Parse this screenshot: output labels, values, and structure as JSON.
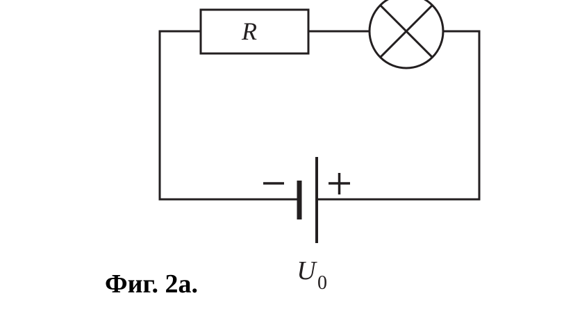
{
  "diagram": {
    "type": "electric-circuit",
    "components": {
      "resistor": {
        "label": "R"
      },
      "lamp": {
        "icon": "lamp-cross-icon"
      },
      "battery": {
        "minus_symbol": "−",
        "plus_symbol": "+",
        "voltage_label": "U",
        "voltage_subscript": "0"
      }
    },
    "caption": "Фиг. 2а."
  },
  "colors": {
    "ink": "#231f20",
    "background": "#ffffff"
  }
}
